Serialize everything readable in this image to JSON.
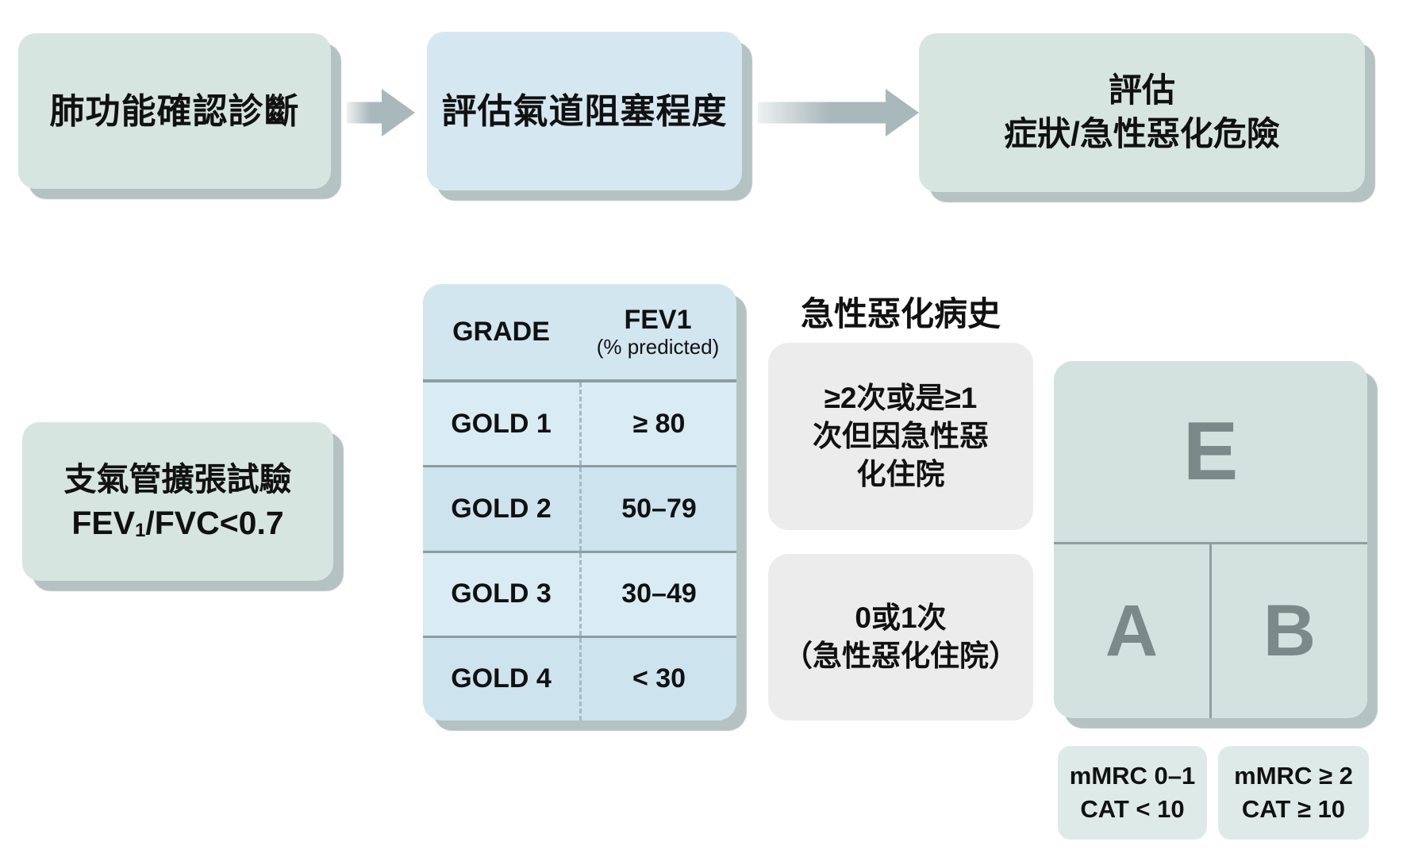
{
  "palette": {
    "sage_box": "#d7e5e1",
    "blue_box": "#d5e8f2",
    "gray_box": "#ececec",
    "mint_box": "#deeae7",
    "table_row_light": "#d9ebf3",
    "table_row_dark": "#cde3ee",
    "arrow_gray": "#a9b8bb",
    "divider_gray": "#8c9da3",
    "letter_gray": "#7b8a89",
    "shadow_gray": "#b5c2c2"
  },
  "flow": {
    "step1": "肺功能確認診斷",
    "step2": "評估氣道阻塞程度",
    "step3_line1": "評估",
    "step3_line2": "症狀/急性惡化危險"
  },
  "bronchodilator": {
    "line1": "支氣管擴張試驗",
    "fev_prefix": "FEV",
    "fev_sub": "1",
    "fev_suffix": "/FVC<0.7"
  },
  "grade_table": {
    "header_col1": "GRADE",
    "header_col2_line1": "FEV1",
    "header_col2_line2": "(% predicted)",
    "rows": [
      {
        "grade": "GOLD 1",
        "value": "≥ 80"
      },
      {
        "grade": "GOLD 2",
        "value": "50–79"
      },
      {
        "grade": "GOLD 3",
        "value": "30–49"
      },
      {
        "grade": "GOLD 4",
        "value": "< 30"
      }
    ]
  },
  "exacerbation": {
    "heading": "急性惡化病史",
    "high_line1": "≥2次或是≥1",
    "high_line2": "次但因急性惡",
    "high_line3": "化住院",
    "low_line1": "0或1次",
    "low_line2": "（急性惡化住院）"
  },
  "groups": {
    "e": "E",
    "a": "A",
    "b": "B"
  },
  "symptom_scales": {
    "left_line1": "mMRC 0–1",
    "left_line2": "CAT < 10",
    "right_line1": "mMRC ≥ 2",
    "right_line2": "CAT ≥ 10"
  }
}
